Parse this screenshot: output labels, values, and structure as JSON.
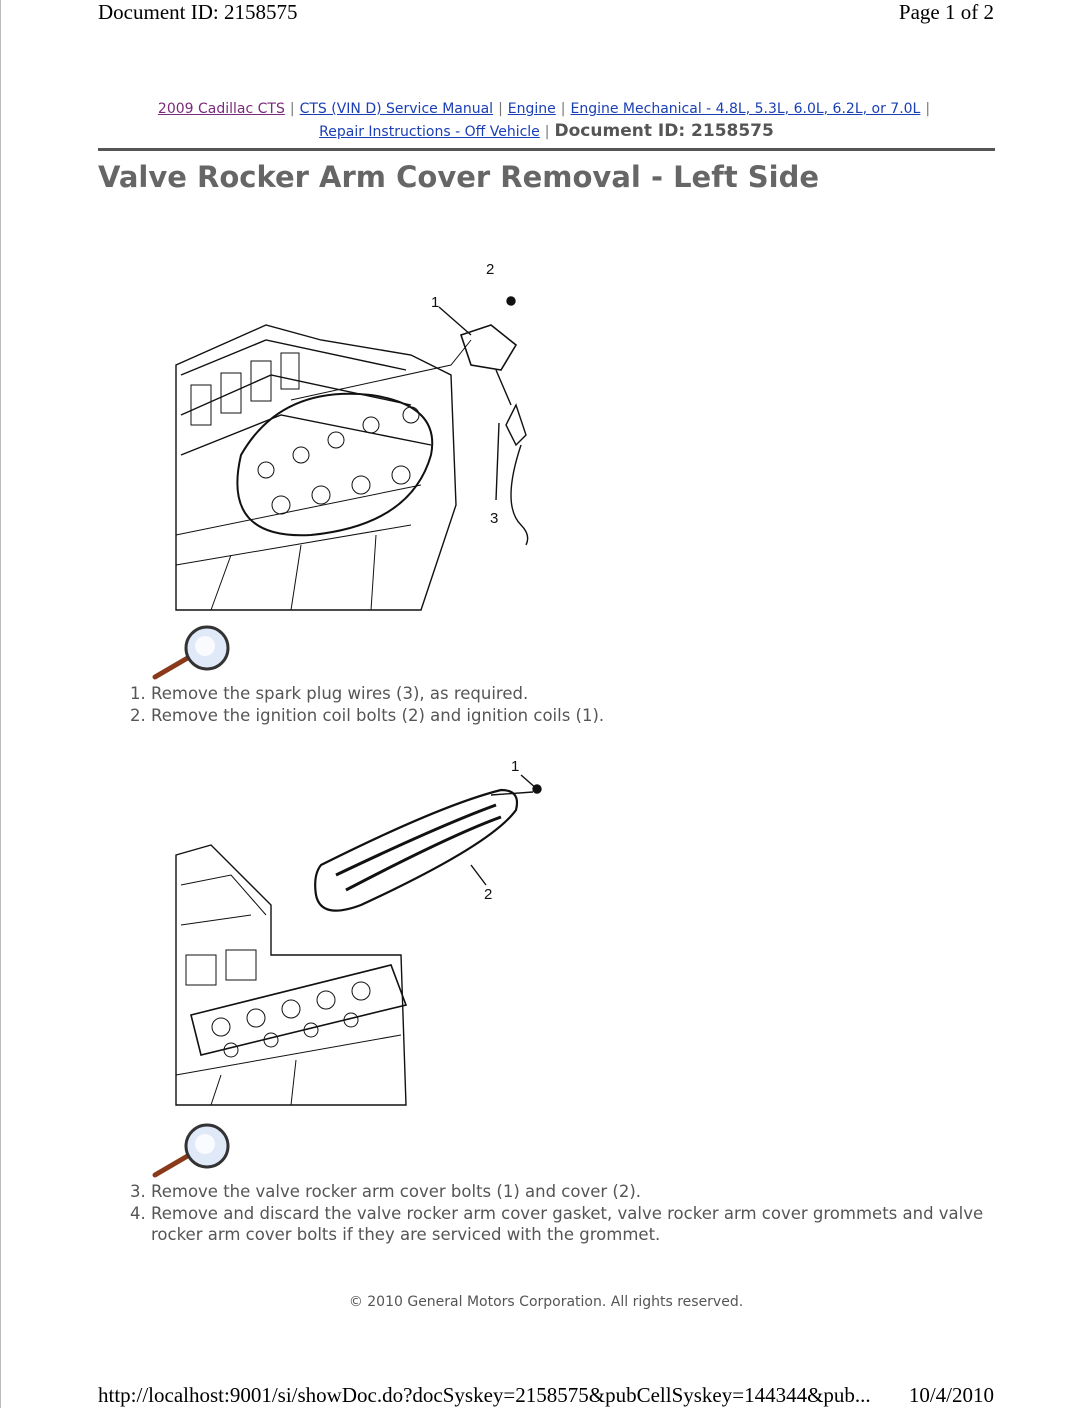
{
  "print_header": {
    "document_id": "Document ID: 2158575",
    "page": "Page 1 of 2"
  },
  "breadcrumb": {
    "links": [
      "2009 Cadillac CTS",
      "CTS (VIN D) Service Manual",
      "Engine",
      "Engine Mechanical - 4.8L, 5.3L, 6.0L, 6.2L, or 7.0L",
      "Repair Instructions - Off Vehicle"
    ],
    "separator": "|",
    "current": "Document ID: 2158575"
  },
  "title": "Valve Rocker Arm Cover Removal - Left Side",
  "figure1": {
    "callouts": [
      "1",
      "2",
      "3"
    ]
  },
  "steps1": [
    "Remove the spark plug wires (3), as required.",
    "Remove the ignition coil bolts (2) and ignition coils (1)."
  ],
  "figure2": {
    "callouts": [
      "1",
      "2"
    ]
  },
  "steps2": [
    "Remove the valve rocker arm cover bolts (1) and cover (2).",
    "Remove and discard the valve rocker arm cover gasket, valve rocker arm cover grommets and valve rocker arm cover bolts if they are serviced with the grommet."
  ],
  "copyright": "© 2010 General Motors Corporation.  All rights reserved.",
  "print_footer": {
    "url": "http://localhost:9001/si/showDoc.do?docSyskey=2158575&pubCellSyskey=144344&pub...",
    "date": "10/4/2010"
  }
}
